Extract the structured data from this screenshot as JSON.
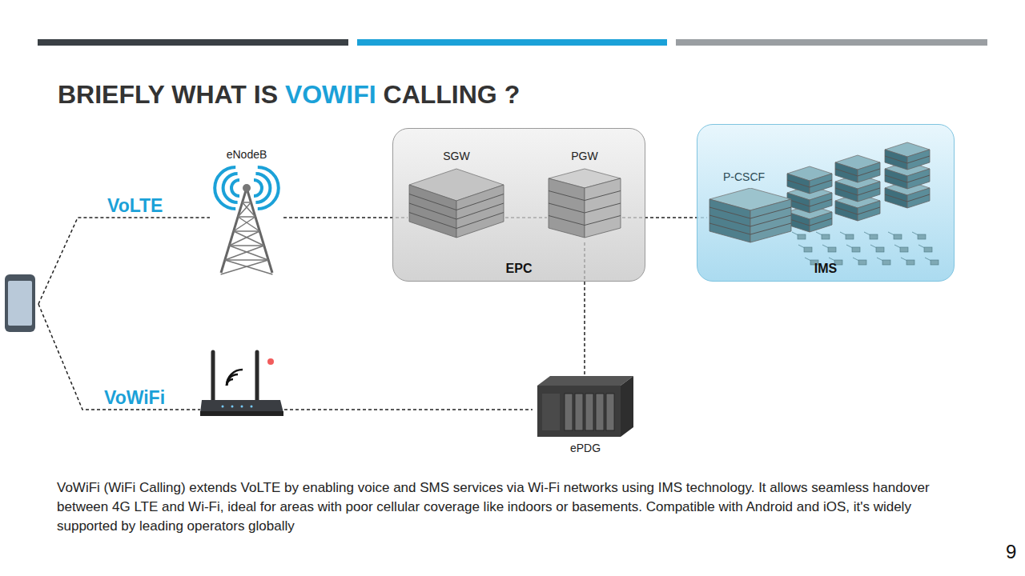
{
  "diagram": {
    "title": "BRIEFLY WHAT IS VOWIFI CALLING ?",
    "caption": "VoWiFi (WiFi Calling) extends VoLTE by enabling voice and SMS services via Wi-Fi networks using IMS technology. It allows seamless handover between 4G LTE and Wi-Fi, ideal for areas with poor cellular coverage like indoors or basements. Compatible with Android and iOS, it's widely supported by leading operators globally",
    "nodes": [
      {
        "text": [
          "EPC"
        ]
      },
      {
        "text": [
          "SGW"
        ],
        "in": 0
      },
      {
        "text": [
          "PGW"
        ],
        "in": 0
      },
      {
        "text": [
          "IMS"
        ]
      },
      {
        "text": [
          "P-CSCF"
        ],
        "in": 3
      },
      {
        "text": [
          "eNodeB"
        ]
      },
      {
        "text": [
          "ePDG"
        ]
      }
    ],
    "edges": [
      {
        "from": 5,
        "to": 1,
        "arrow": "none"
      },
      {
        "from": 1,
        "to": 2,
        "arrow": "none"
      },
      {
        "from": 2,
        "to": 4,
        "arrow": "none"
      },
      {
        "from": 2,
        "to": 6,
        "arrow": "none"
      }
    ],
    "labels": [
      "VoLTE",
      "VoWiFi",
      "9"
    ]
  }
}
